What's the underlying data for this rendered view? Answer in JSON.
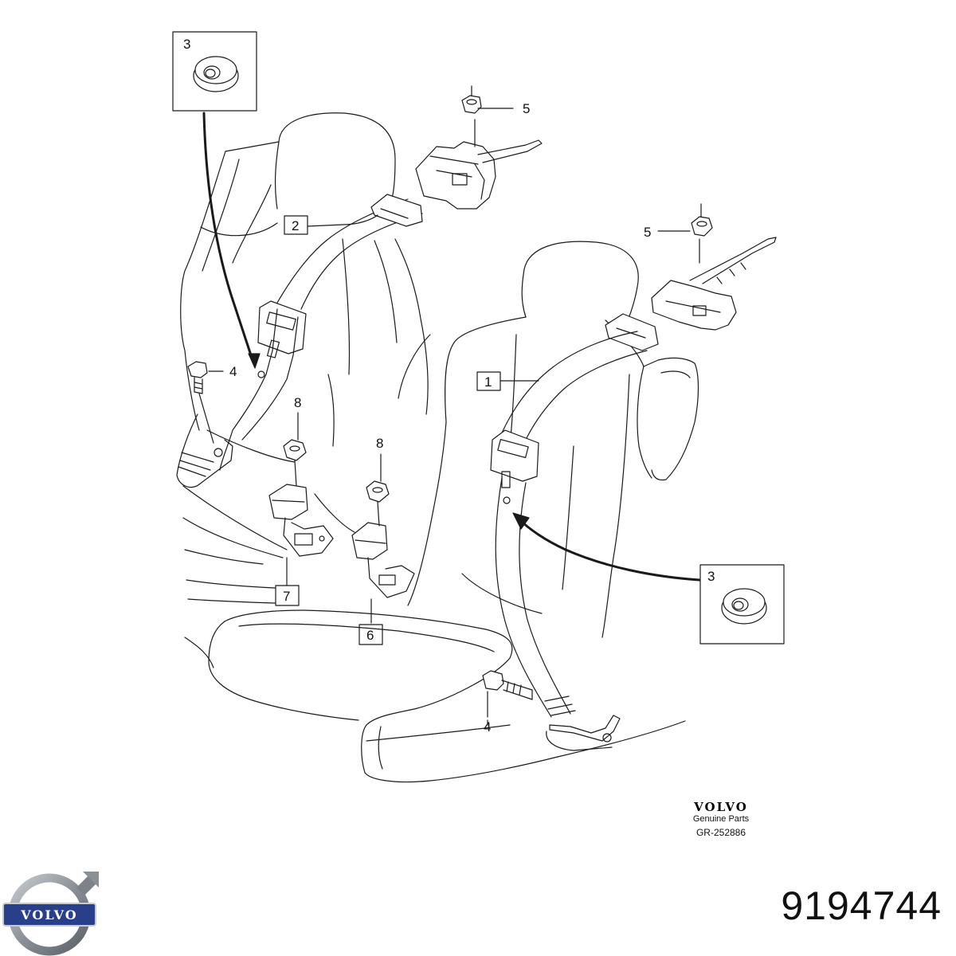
{
  "diagram": {
    "callouts": {
      "c1": "1",
      "c2": "2",
      "c3a": "3",
      "c3b": "3",
      "c4a": "4",
      "c4b": "4",
      "c5a": "5",
      "c5b": "5",
      "c6": "6",
      "c7": "7",
      "c8a": "8",
      "c8b": "8"
    },
    "sheet_block": {
      "brand": "VOLVO",
      "subtitle": "Genuine Parts",
      "reference": "GR-252886"
    }
  },
  "footer": {
    "part_number": "9194744",
    "logo": {
      "name": "volvo-iron-mark",
      "text": "VOLVO",
      "colors": {
        "ring": "#8a8f96",
        "band": "#2a3f8a"
      }
    }
  }
}
